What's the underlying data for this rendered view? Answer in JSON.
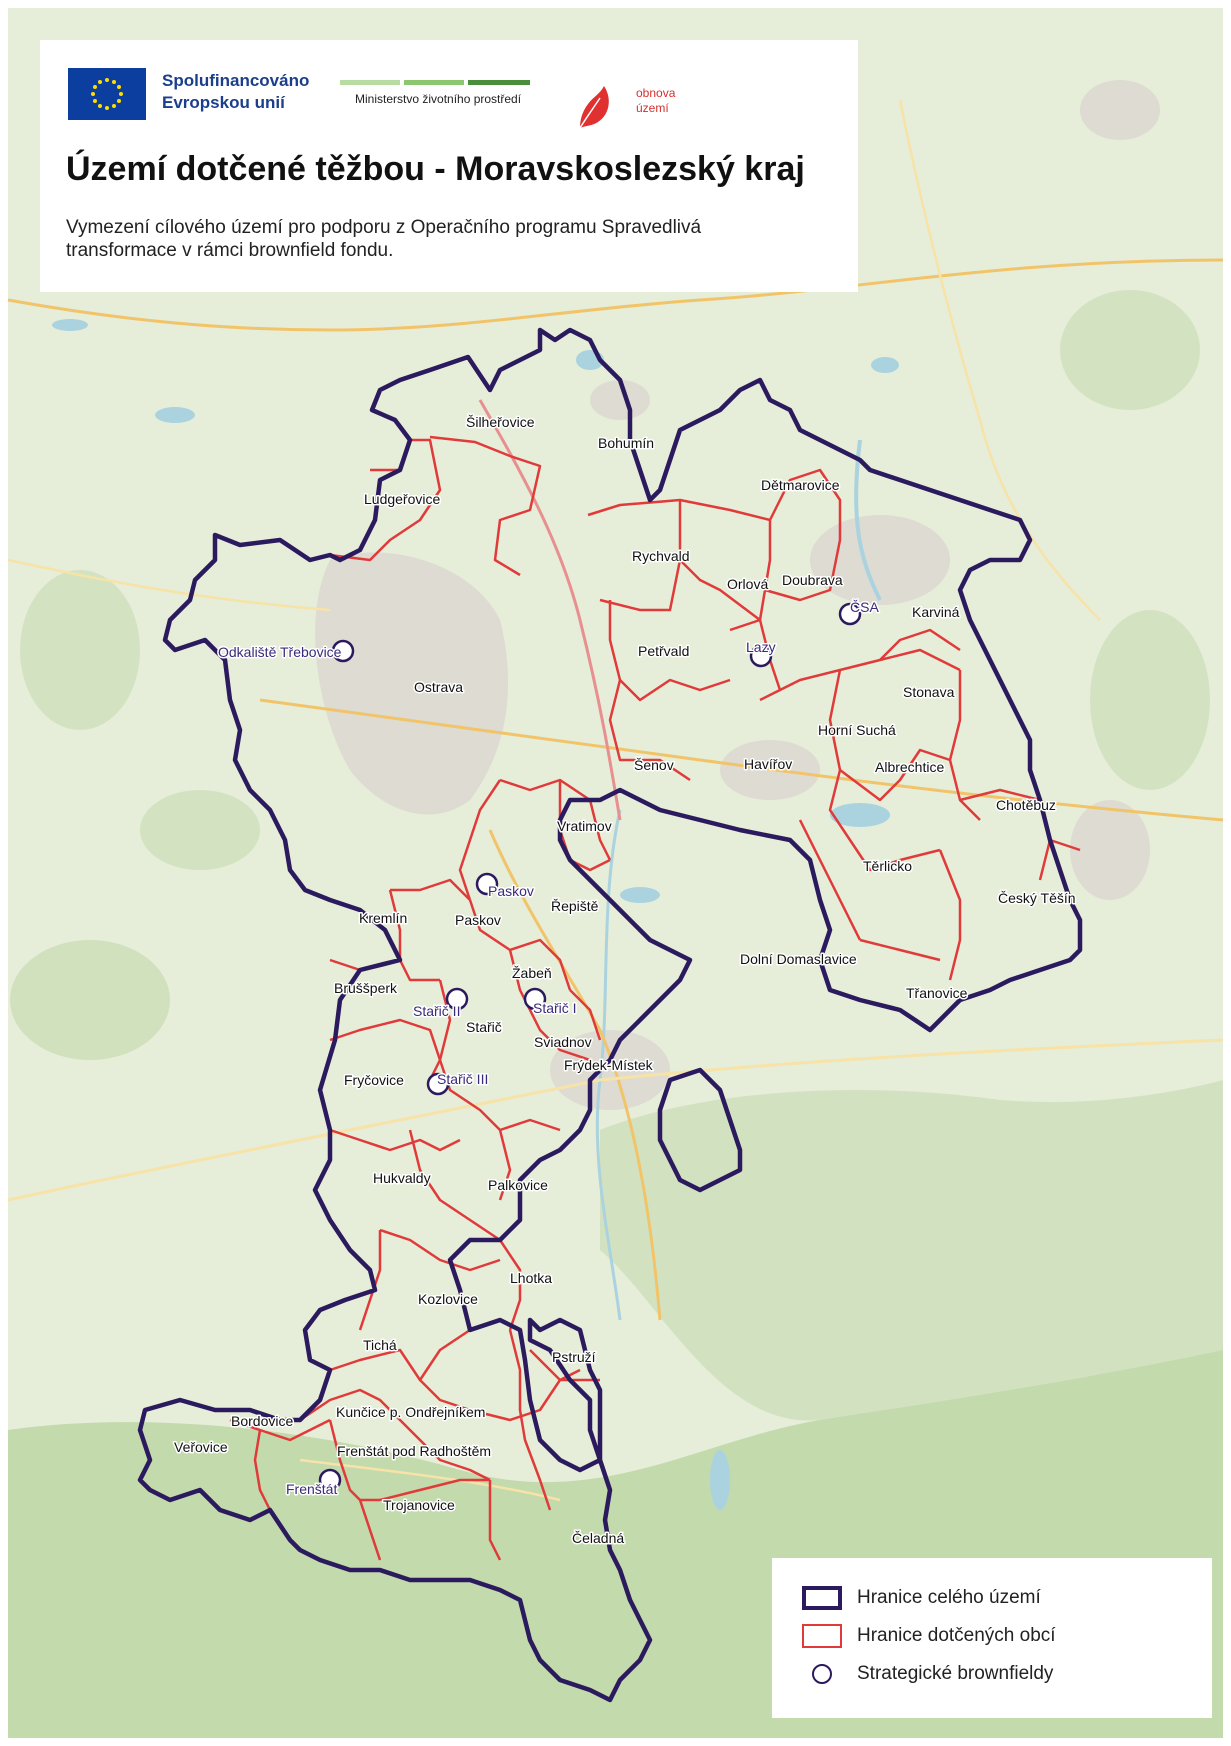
{
  "header": {
    "eu_line1": "Spolufinancováno",
    "eu_line2": "Evropskou unií",
    "ministry": "Ministerstvo životního prostředí",
    "obnova_line1": "obnova",
    "obnova_line2": "území",
    "title": "Území dotčené těžbou - Moravskoslezský kraj",
    "subtitle": "Vymezení cílového území pro podporu z Operačního programu Spravedlivá transformace v rámci brownfield fondu."
  },
  "colors": {
    "outer_boundary": "#2b1a5e",
    "municipal_boundary": "#e03a3a",
    "eu_blue": "#0b3e9e",
    "eu_star": "#ffdd00",
    "brand_blue": "#1b3f8c",
    "obnova_red": "#d62f2f",
    "ministry_green": "#6bb84a"
  },
  "municipalities": [
    "Šilheřovice",
    "Bohumín",
    "Ludgeřovice",
    "Dětmarovice",
    "Rychvald",
    "Orlová",
    "Doubrava",
    "Karviná",
    "Ostrava",
    "Petřvald",
    "Stonava",
    "Horní Suchá",
    "Albrechtice",
    "Šenov",
    "Havířov",
    "Chotěbuz",
    "Vratimov",
    "Těrlicko",
    "Český Těšín",
    "Kremlín",
    "Paskov",
    "Řepiště",
    "Dolní Domaslavice",
    "Žabeň",
    "Bruššperk",
    "Stařič",
    "Třanovice",
    "Sviadnov",
    "Frýdek-Místek",
    "Fryčovice",
    "Hukvaldy",
    "Palkovice",
    "Lhotka",
    "Kozlovice",
    "Tichá",
    "Pstruží",
    "Bordovice",
    "Kunčice p. Ondřejníkem",
    "Veřovice",
    "Frenštát pod Radhoštěm",
    "Trojanovice",
    "Čeladná"
  ],
  "brownfields": [
    "Odkaliště Třebovice",
    "ČSA",
    "Lazy",
    "Paskov",
    "Stařič II",
    "Stařič I",
    "Stařič III",
    "Frenštát"
  ],
  "legend": {
    "outer": "Hranice celého území",
    "municipal": "Hranice dotčených obcí",
    "brownfield": "Strategické brownfieldy"
  }
}
